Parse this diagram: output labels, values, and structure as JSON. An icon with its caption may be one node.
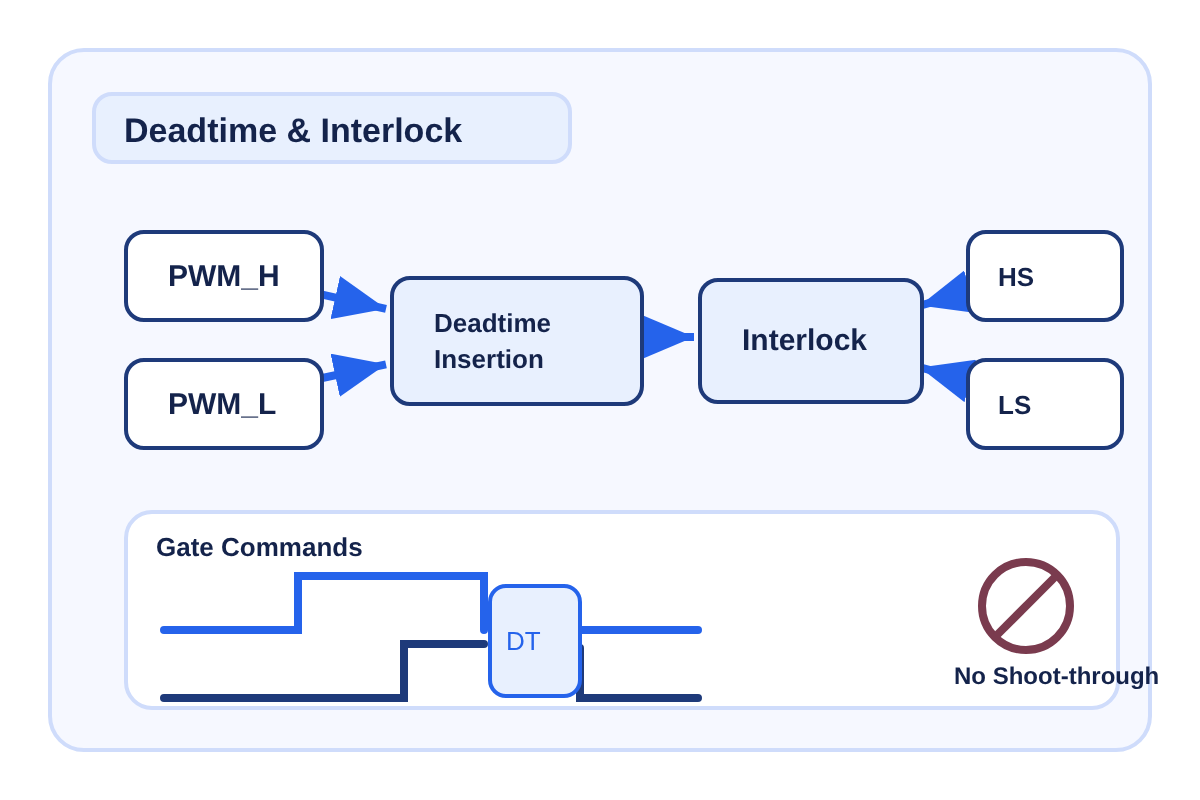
{
  "diagram": {
    "nodes": [
      {
        "text": [
          "Deadtime & Interlock"
        ]
      },
      {
        "text": [
          "PWM_H"
        ],
        "in": 0
      },
      {
        "text": [
          "PWM_L"
        ],
        "in": 0
      },
      {
        "text": [
          "Deadtime Insertion"
        ],
        "in": 0
      },
      {
        "text": [
          "Interlock"
        ],
        "in": 0
      },
      {
        "text": [
          "HS"
        ],
        "in": 0
      },
      {
        "text": [
          "LS"
        ],
        "in": 0
      },
      {
        "text": [
          "Gate Commands"
        ],
        "in": 0
      },
      {
        "text": [
          "DT"
        ],
        "in": 7
      }
    ],
    "edges": [
      {
        "from": 1,
        "to": 3,
        "arrow": "to"
      },
      {
        "from": 2,
        "to": 3,
        "arrow": "to"
      },
      {
        "from": 3,
        "to": 4,
        "arrow": "to"
      },
      {
        "from": 5,
        "to": 4,
        "arrow": "to"
      },
      {
        "from": 6,
        "to": 4,
        "arrow": "to"
      }
    ],
    "labels": [
      "No Shoot-through"
    ]
  }
}
